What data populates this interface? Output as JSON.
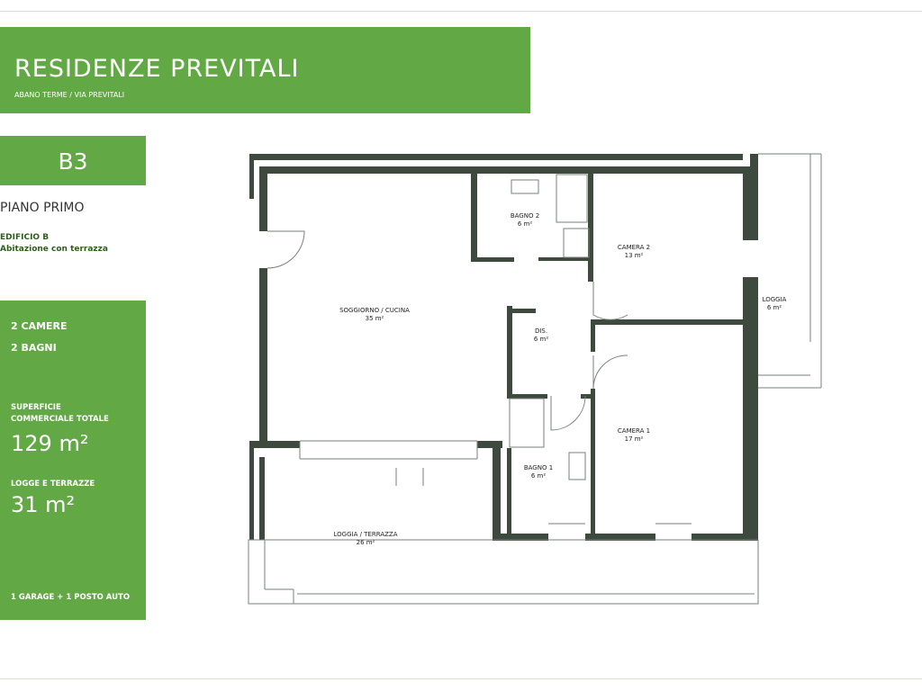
{
  "header": {
    "title": "RESIDENZE  PREVITALI",
    "subtitle": "ABANO TERME  /  VIA PREVITALI"
  },
  "unit": {
    "code": "B3",
    "floor": "PIANO PRIMO",
    "building": "EDIFICIO B",
    "type": "Abitazione con terrazza"
  },
  "summary": {
    "rooms": "2 CAMERE",
    "baths": "2 BAGNI",
    "surface_label_1": "SUPERFICIE",
    "surface_label_2": "COMMERCIALE TOTALE",
    "surface_value": "129 m²",
    "loggia_label": "LOGGE E TERRAZZE",
    "loggia_value": "31 m²",
    "parking": "1 GARAGE + 1 POSTO AUTO"
  },
  "rooms": {
    "soggiorno": {
      "name": "SOGGIORNO / CUCINA",
      "area": "35 m²"
    },
    "bagno2": {
      "name": "BAGNO 2",
      "area": "6 m²"
    },
    "camera2": {
      "name": "CAMERA 2",
      "area": "13 m²"
    },
    "loggia": {
      "name": "LOGGIA",
      "area": "6 m²"
    },
    "dis": {
      "name": "DIS.",
      "area": "6 m²"
    },
    "camera1": {
      "name": "CAMERA 1",
      "area": "17 m²"
    },
    "bagno1": {
      "name": "BAGNO 1",
      "area": "6 m²"
    },
    "terrazza": {
      "name": "LOGGIA / TERRAZZA",
      "area": "26 m²"
    }
  },
  "colors": {
    "accent": "#62a844",
    "wall": "#3f4a3e"
  }
}
